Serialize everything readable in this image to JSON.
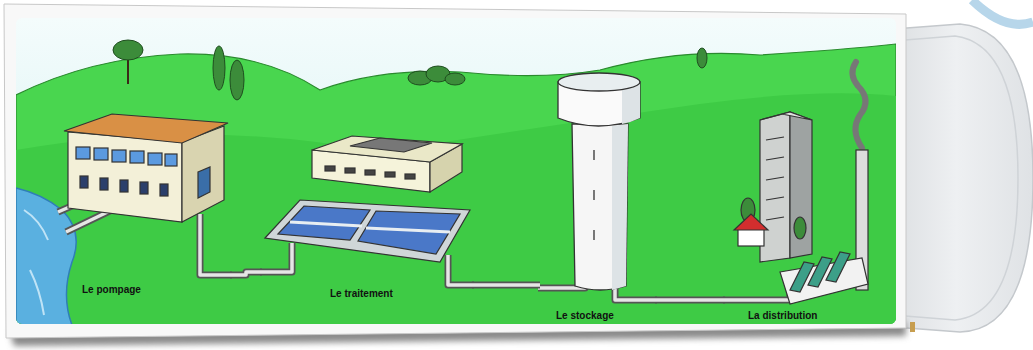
{
  "diagram": {
    "nodes": [
      {
        "text": [
          "Le pompage"
        ]
      },
      {
        "text": [
          "Le traitement"
        ]
      },
      {
        "text": [
          "Le stockage"
        ]
      },
      {
        "text": [
          "La distribution"
        ]
      }
    ],
    "edges": [
      {
        "from": 0,
        "to": 1,
        "arrow": "none"
      },
      {
        "from": 1,
        "to": 2,
        "arrow": "none"
      },
      {
        "from": 2,
        "to": 3,
        "arrow": "none"
      }
    ]
  }
}
